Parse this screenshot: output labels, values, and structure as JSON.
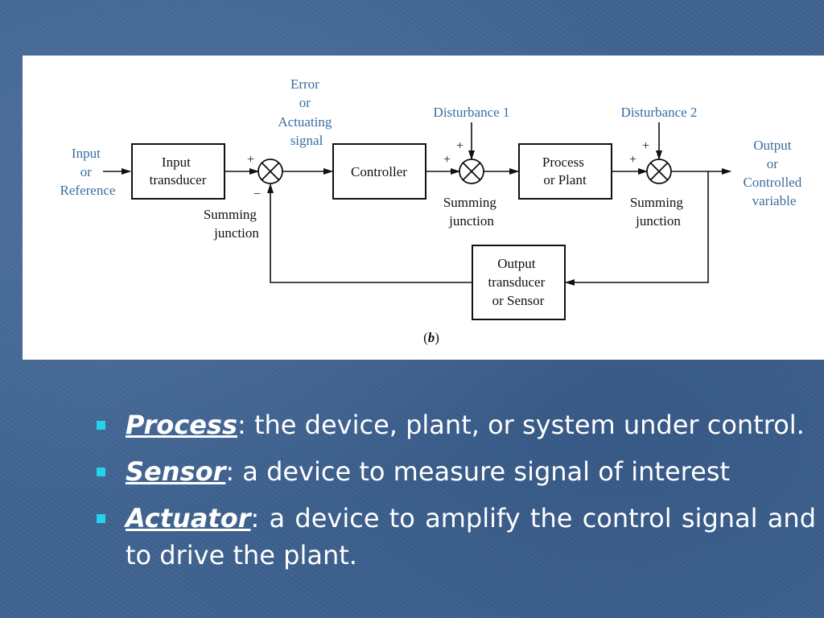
{
  "diagram": {
    "caption_letter": "b",
    "blocks": {
      "input_transducer": [
        "Input",
        "transducer"
      ],
      "controller": "Controller",
      "process": [
        "Process",
        "or Plant"
      ],
      "output_transducer": [
        "Output",
        "transducer",
        "or Sensor"
      ]
    },
    "signals": {
      "input": [
        "Input",
        "or",
        "Reference"
      ],
      "error": [
        "Error",
        "or",
        "Actuating",
        "signal"
      ],
      "disturbance1": "Disturbance 1",
      "disturbance2": "Disturbance 2",
      "output": [
        "Output",
        "or",
        "Controlled",
        "variable"
      ]
    },
    "summing_junction_label": [
      "Summing",
      "junction"
    ],
    "signs": {
      "plus": "+",
      "minus": "−"
    }
  },
  "bullets": [
    {
      "term": "Process",
      "text": ": the device, plant, or system under control."
    },
    {
      "term": "Sensor",
      "text": ": a device to measure signal of interest"
    },
    {
      "term": "Actuator",
      "text": ": a device to amplify the control signal and to drive the plant."
    }
  ],
  "colors": {
    "bullet_marker": "#22d3ee",
    "label_blue": "#3a6d9e"
  }
}
